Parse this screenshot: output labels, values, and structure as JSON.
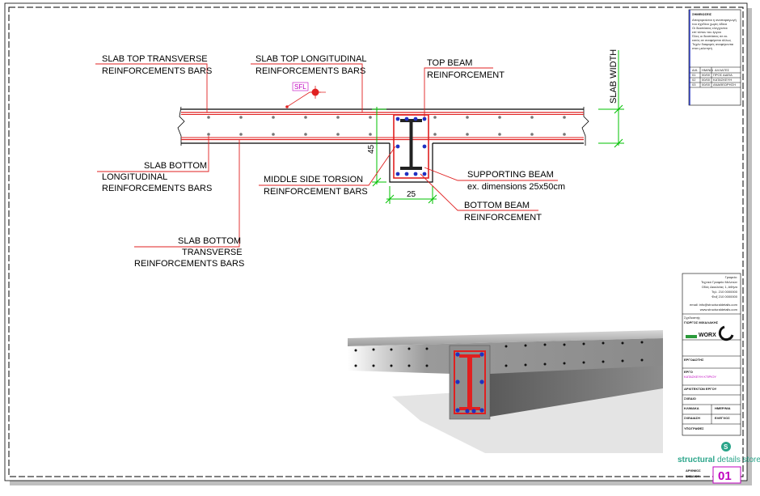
{
  "labels": {
    "slab_top_transverse": [
      "SLAB TOP TRANSVERSE",
      "REINFORCEMENTS BARS"
    ],
    "slab_top_longitudinal": [
      "SLAB TOP LONGITUDINAL",
      "REINFORCEMENTS BARS"
    ],
    "top_beam": [
      "TOP BEAM",
      "REINFORCEMENT"
    ],
    "slab_width": "SLAB WIDTH",
    "sfl": "SFL",
    "slab_bottom_longitudinal": [
      "SLAB BOTTOM",
      "LONGITUDINAL",
      "REINFORCEMENTS BARS"
    ],
    "middle_side_torsion": [
      "MIDDLE SIDE TORSION",
      "REINFORCEMENT BARS"
    ],
    "supporting_beam": [
      "SUPPORTING BEAM",
      "ex. dimensions 25x50cm"
    ],
    "bottom_beam": [
      "BOTTOM BEAM",
      "REINFORCEMENT"
    ],
    "slab_bottom_transverse": [
      "SLAB BOTTOM",
      "TRANSVERSE",
      "REINFORCEMENTS BARS"
    ],
    "dim_height": "45",
    "dim_width": "25"
  },
  "title_block": {
    "notes_heading": "ΣΗΜΕΙΩΣΕΙΣ",
    "notes_lines": [
      "Απαγορεύεται η αναπαραγωγή",
      "του σχεδίου χωρίς άδεια",
      "Οι διαστάσεις ελέγχονται",
      "επί τόπου του έργου",
      "Όλες οι διαστάσεις σε εκ.",
      "εκτός αν αναφέρεται άλλως",
      "Τυχόν διαφορές αναφέρονται",
      "στον μελετητή"
    ],
    "revisions_header": [
      "Α/Α",
      "ΗΜ/ΝΙΑ",
      "ΑΛΛΑΓΕΣ"
    ],
    "revisions": [
      [
        "01",
        "00/00",
        "ΠΡΟΣ ΑΔΕΙΑ"
      ],
      [
        "02",
        "00/00",
        "ΚΑΤΑΣΚΕΥΗ"
      ],
      [
        "03",
        "00/00",
        "ΑΝΑΘΕΩΡΗΣΗ"
      ]
    ],
    "office_lines": [
      "Γραφείο:",
      "Τεχνικό Γραφείο Μελετών",
      "Οδός Δεκελείας 1, Αθήνα",
      "Τηλ. 210 0000000",
      "Φαξ 210 0000000",
      "email: info@structuraldetails.com",
      "www.structuraldetails.com"
    ],
    "designer_label": "Σχεδιαστής",
    "designer_name": "ΓΙΩΡΓΟΣ ΜΙΧΑΛΑΚΗΣ",
    "project_owner_label": "ΕΡΓΟΔΟΤΗΣ",
    "project_label": "ΕΡΓΟ",
    "project_value": "ΚΑΤΑΣΚΕΥΗ ΚΤΙΡΙΟΥ",
    "drawing_label": "ΑΡΧΙΤΕΚΤΩΝ ΕΡΓΟΥ",
    "drawing_title_label": "ΣΧΕΔΙΟ",
    "scale_label": "ΚΛΙΜΑΚΑ",
    "date_label": "ΗΜΕΡ/ΝΙΑ",
    "drawn_label": "ΣΧΕΔΙΑΣΗ",
    "checked_label": "ΕΛΕΓΧΟΣ",
    "signature_label": "ΥΠΟΓΡΑΦΕΣ",
    "logo_text": "WORX",
    "sheet_no_label": [
      "ΑΡΙΘΜΟΣ",
      "ΣΧΕΔΙΟΥ"
    ],
    "sheet_no": "01"
  },
  "brand": {
    "part1": "structural",
    "part2": "details store"
  },
  "colors": {
    "rebar": "#e02020",
    "leader": "#e02020",
    "dimension": "#00c000",
    "concrete_line": "#000000",
    "stirrup_dot": "#2030c0",
    "border": "#000000",
    "brand_green": "#2aa58a",
    "sheet_magenta": "#c000c0",
    "title_block_rule": "#2030c0"
  }
}
